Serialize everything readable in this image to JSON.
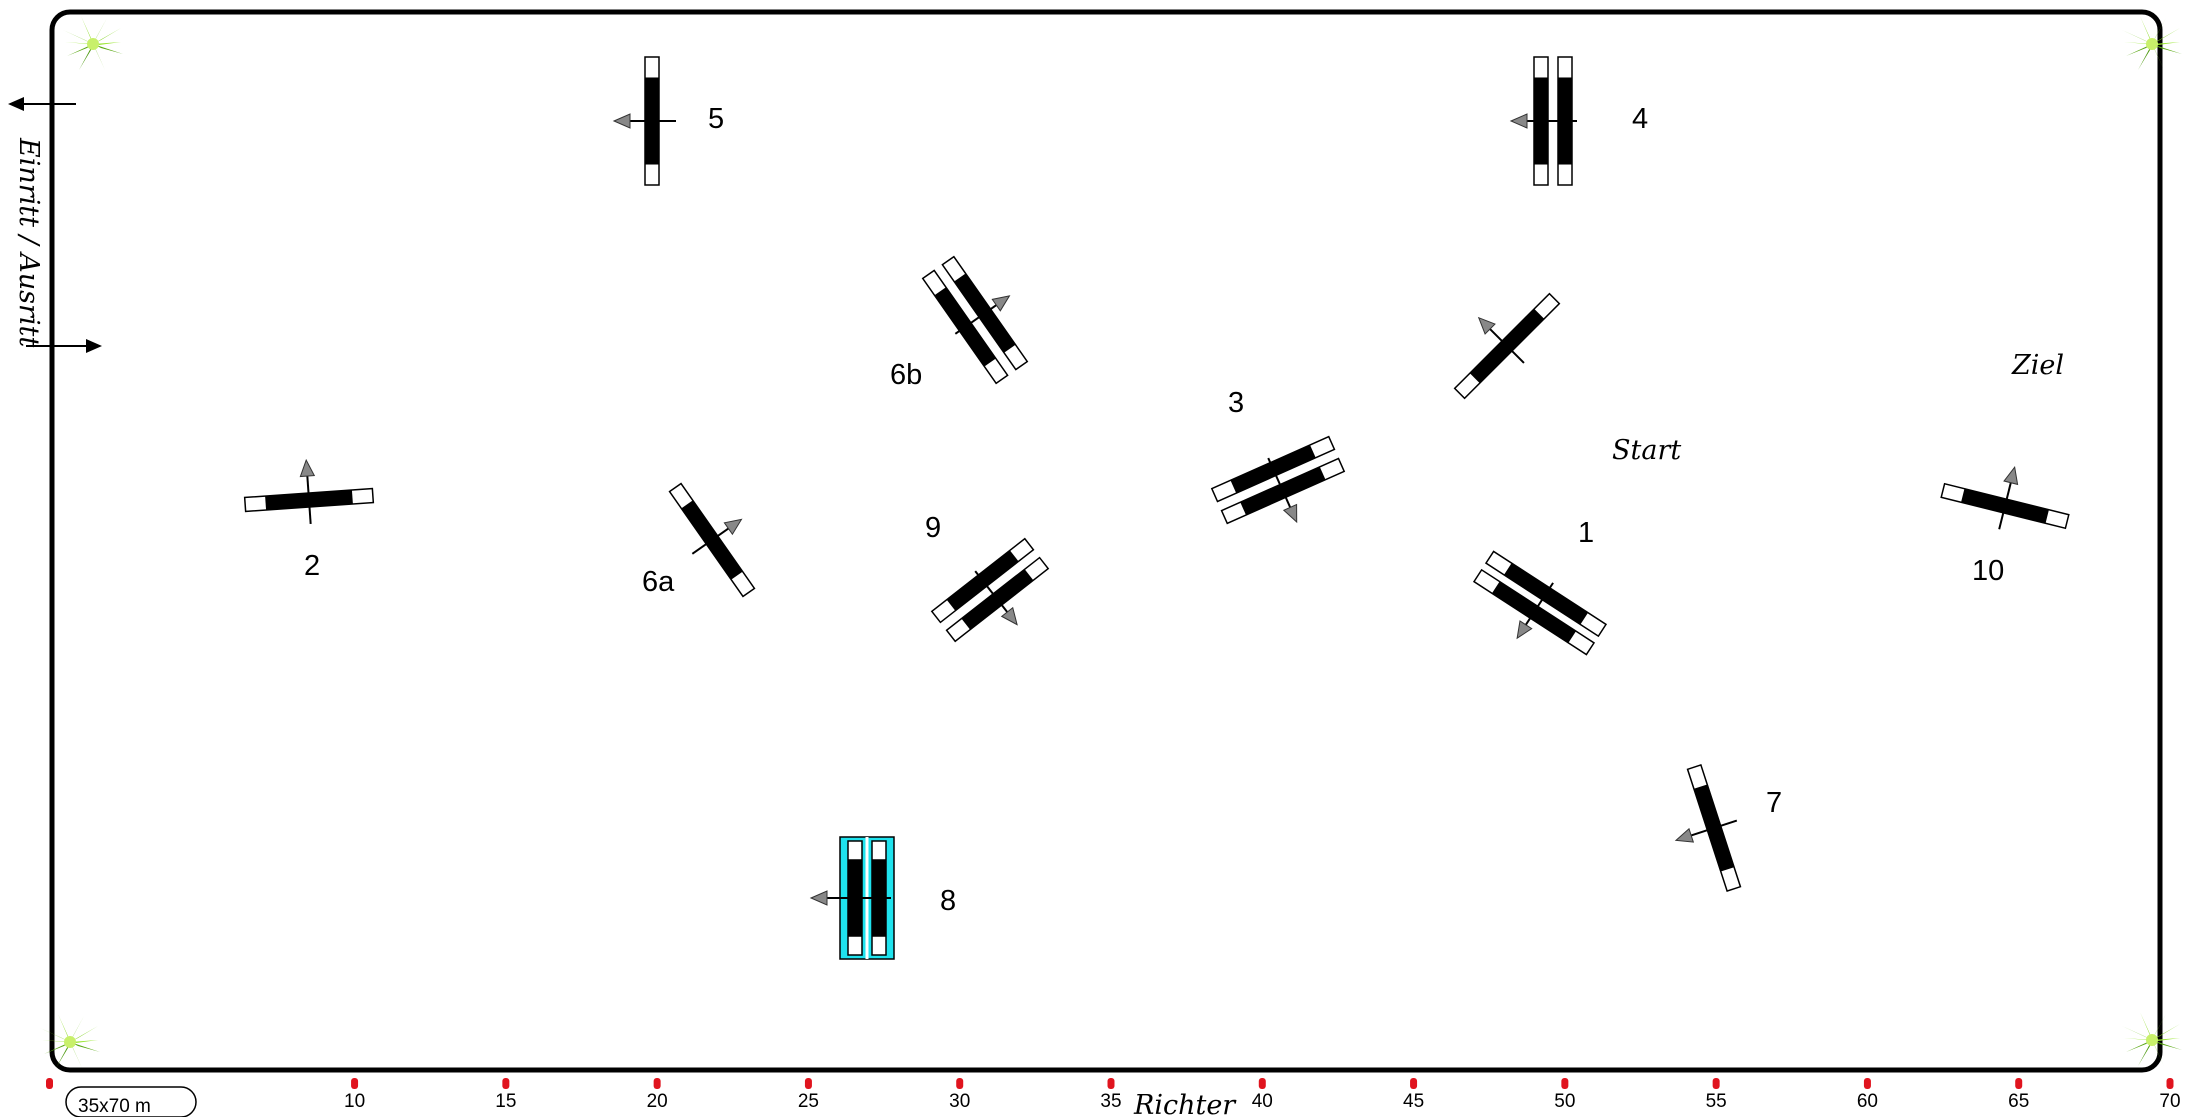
{
  "course": {
    "size_label": "35x70 m",
    "judge_label": "Richter",
    "entry_exit_label": "Einritt / Ausritt",
    "start_label": "Start",
    "finish_label": "Ziel"
  },
  "obstacles": [
    {
      "id": "1",
      "label": "1",
      "type": "oxer"
    },
    {
      "id": "2",
      "label": "2",
      "type": "vertical"
    },
    {
      "id": "3",
      "label": "3",
      "type": "oxer"
    },
    {
      "id": "4",
      "label": "4",
      "type": "oxer"
    },
    {
      "id": "5",
      "label": "5",
      "type": "vertical"
    },
    {
      "id": "6a",
      "label": "6a",
      "type": "vertical"
    },
    {
      "id": "6b",
      "label": "6b",
      "type": "oxer"
    },
    {
      "id": "7",
      "label": "7",
      "type": "vertical"
    },
    {
      "id": "8",
      "label": "8",
      "type": "water-oxer"
    },
    {
      "id": "9",
      "label": "9",
      "type": "oxer"
    },
    {
      "id": "10",
      "label": "10",
      "type": "vertical"
    },
    {
      "id": "start-line",
      "label": "",
      "type": "start-line"
    }
  ],
  "scale_ticks": [
    "10",
    "15",
    "20",
    "25",
    "30",
    "35",
    "40",
    "45",
    "50",
    "55",
    "60",
    "65",
    "70"
  ],
  "colors": {
    "border": "#000000",
    "pole_white": "#ffffff",
    "pole_black": "#000000",
    "water": "#1fe3ee",
    "tick_dot": "#e0141e",
    "arrow": "#888888",
    "plant": "#7fd11e"
  },
  "icons": [
    "plant-icon"
  ]
}
